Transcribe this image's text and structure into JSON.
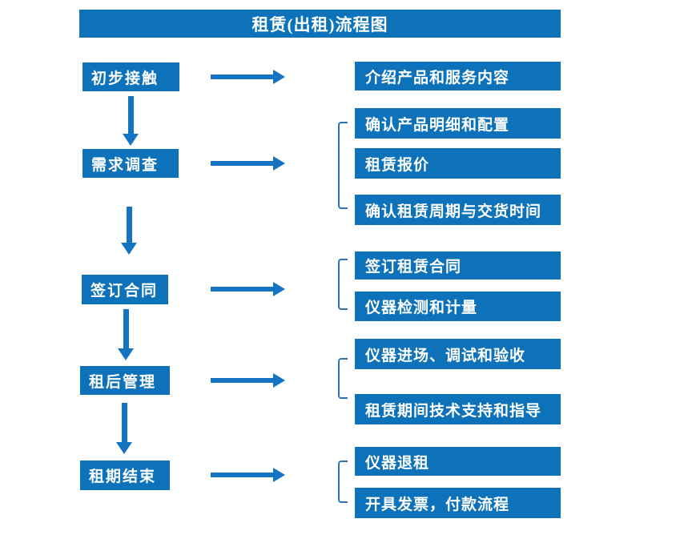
{
  "title": "租赁(出租)流程图",
  "colors": {
    "box_blue": "#0d72b9",
    "arrow_blue": "#1573c4",
    "bracket_blue": "#2e74b5",
    "text_white": "#ffffff",
    "background": "#ffffff"
  },
  "chart_data": {
    "type": "table",
    "title": "租赁(出租)流程图",
    "stages": [
      {
        "label": "初步接触",
        "outputs": [
          "介绍产品和服务内容"
        ]
      },
      {
        "label": "需求调查",
        "outputs": [
          "确认产品明细和配置",
          "租赁报价",
          "确认租赁周期与交货时间"
        ]
      },
      {
        "label": "签订合同",
        "outputs": [
          "签订租赁合同",
          "仪器检测和计量"
        ]
      },
      {
        "label": "租后管理",
        "outputs": [
          "仪器进场、调试和验收",
          "租赁期间技术支持和指导"
        ]
      },
      {
        "label": "租期结束",
        "outputs": [
          "仪器退租",
          "开具发票，付款流程"
        ]
      }
    ]
  },
  "flow": {
    "stages": [
      {
        "label": "初步接触",
        "outputs": [
          "介绍产品和服务内容"
        ]
      },
      {
        "label": "需求调查",
        "outputs": [
          "确认产品明细和配置",
          "租赁报价",
          "确认租赁周期与交货时间"
        ]
      },
      {
        "label": "签订合同",
        "outputs": [
          "签订租赁合同",
          "仪器检测和计量"
        ]
      },
      {
        "label": "租后管理",
        "outputs": [
          "仪器进场、调试和验收",
          "租赁期间技术支持和指导"
        ]
      },
      {
        "label": "租期结束",
        "outputs": [
          "仪器退租",
          "开具发票，付款流程"
        ]
      }
    ]
  }
}
